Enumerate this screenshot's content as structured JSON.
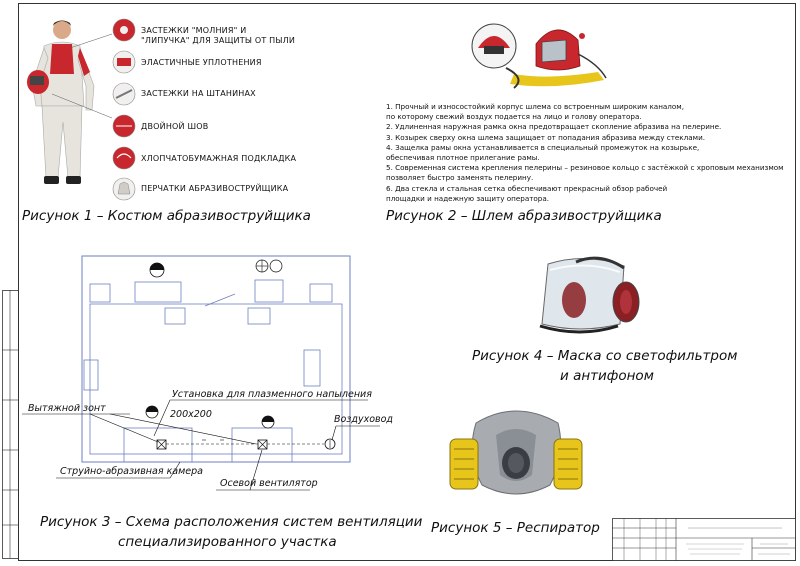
{
  "fig1": {
    "features": [
      "ЗАСТЕЖКИ \"МОЛНИЯ\" И",
      "\"ЛИПУЧКА\" ДЛЯ ЗАЩИТЫ ОТ ПЫЛИ",
      "ЭЛАСТИЧНЫЕ УПЛОТНЕНИЯ",
      "ЗАСТЕЖКИ НА ШТАНИНАХ",
      "ДВОЙНОЙ ШОВ",
      "ХЛОПЧАТОБУМАЖНАЯ ПОДКЛАДКА",
      "ПЕРЧАТКИ АБРАЗИВОСТРУЙЩИКА"
    ],
    "caption": "Рисунок 1 – Костюм абразивоструйщика"
  },
  "fig2": {
    "paragraph": [
      "1. Прочный и износостойкий корпус шлема со встроенным широким каналом,",
      "по которому свежий воздух подается на лицо и голову оператора.",
      "2. Удлиненная наружная рамка окна предотвращает скопление абразива на пелерине.",
      "3. Козырек сверху окна шлема защищает от попадания абразива между стеклами.",
      "4. Защелка рамы окна устанавливается в специальный промежуток на козырьке,",
      "обеспечивая плотное прилегание рамы.",
      "5. Современная система крепления пелерины – резиновое кольцо с застёжкой с хроповым механизмом",
      "позволяет быстро заменять пелерину.",
      "6. Два стекла и стальная сетка обеспечивают прекрасный обзор рабочей",
      "площадки и надежную защиту оператора."
    ],
    "caption": "Рисунок 2 – Шлем абразивоструйщика"
  },
  "fig3": {
    "labels": {
      "hood": "Вытяжной зонт",
      "plasma": "Установка для плазменного напыления",
      "size": "200x200",
      "duct": "Воздуховод",
      "chamber": "Струйно-абразивная камера",
      "fan": "Осевой вентилятор"
    },
    "caption_line1": "Рисунок 3 – Схема расположения систем вентиляции",
    "caption_line2": "специализированного участка"
  },
  "fig4": {
    "caption_line1": "Рисунок 4 – Маска со светофильтром",
    "caption_line2": "и антифоном"
  },
  "fig5": {
    "caption": "Рисунок 5 – Респиратор"
  },
  "colors": {
    "red": "#c8272d",
    "yellow": "#e8c51a",
    "blue_line": "#6f7fc0",
    "grey": "#8a8f96"
  }
}
